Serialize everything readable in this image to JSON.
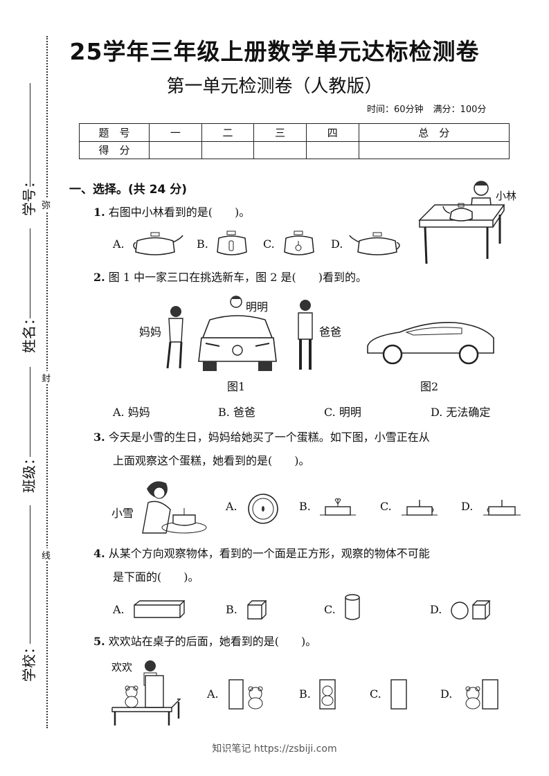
{
  "header": {
    "title": "25学年三年级上册数学单元达标检测卷",
    "subtitle": "第一单元检测卷（人教版）",
    "time": "时间：60分钟",
    "full_score": "满分：100分"
  },
  "score_table": {
    "row1": [
      "题　号",
      "一",
      "二",
      "三",
      "四",
      "总　分"
    ],
    "row2_label": "得　分"
  },
  "binding": {
    "fields": [
      "学号：",
      "姓名：",
      "班级：",
      "学校："
    ],
    "marks": [
      "弥",
      "封",
      "线"
    ]
  },
  "section1": {
    "heading": "一、选择。(共 24 分)",
    "q1": {
      "num": "1.",
      "text": "右图中小林看到的是(　　)。",
      "figure_label": "小林",
      "options": [
        "A.",
        "B.",
        "C.",
        "D."
      ]
    },
    "q2": {
      "num": "2.",
      "text": "图 1 中一家三口在挑选新车，图 2 是(　　)看到的。",
      "labels": {
        "mom": "妈妈",
        "ming": "明明",
        "dad": "爸爸"
      },
      "fig1": "图1",
      "fig2": "图2",
      "options": [
        "A. 妈妈",
        "B. 爸爸",
        "C. 明明",
        "D. 无法确定"
      ]
    },
    "q3": {
      "num": "3.",
      "line1": "今天是小雪的生日，妈妈给她买了一个蛋糕。如下图，小雪正在从",
      "line2": "上面观察这个蛋糕，她看到的是(　　)。",
      "figure_label": "小雪",
      "options": [
        "A.",
        "B.",
        "C.",
        "D."
      ]
    },
    "q4": {
      "num": "4.",
      "line1": "从某个方向观察物体，看到的一个面是正方形，观察的物体不可能",
      "line2": "是下面的(　　)。",
      "options": [
        "A.",
        "B.",
        "C.",
        "D."
      ]
    },
    "q5": {
      "num": "5.",
      "text": "欢欢站在桌子的后面，她看到的是(　　)。",
      "figure_label": "欢欢",
      "options": [
        "A.",
        "B.",
        "C.",
        "D."
      ]
    }
  },
  "footer": "知识笔记 https://zsbiji.com"
}
